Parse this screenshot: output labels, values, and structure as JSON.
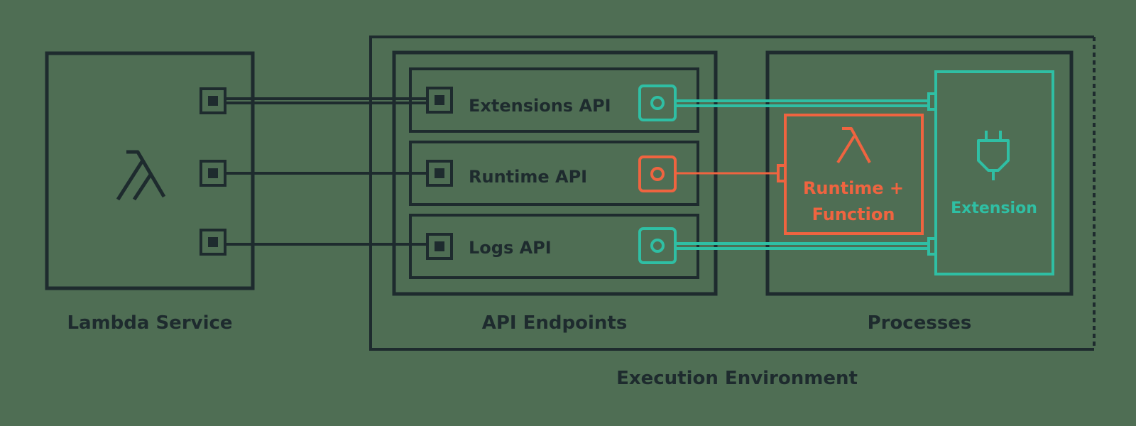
{
  "colors": {
    "background": "#4f6e54",
    "dark": "#1e2b2e",
    "teal": "#2fbfa4",
    "orange": "#ef6440"
  },
  "icons": {
    "lambda_service": "lambda-icon",
    "runtime": "lambda-icon",
    "extension": "plug-icon"
  },
  "lambda_service": {
    "label": "Lambda Service"
  },
  "api_endpoints": {
    "label": "API Endpoints",
    "items": [
      {
        "label": "Extensions API"
      },
      {
        "label": "Runtime API"
      },
      {
        "label": "Logs API"
      }
    ]
  },
  "processes": {
    "label": "Processes",
    "runtime_line1": "Runtime +",
    "runtime_line2": "Function",
    "extension": "Extension"
  },
  "execution_environment": {
    "label": "Execution Environment"
  }
}
